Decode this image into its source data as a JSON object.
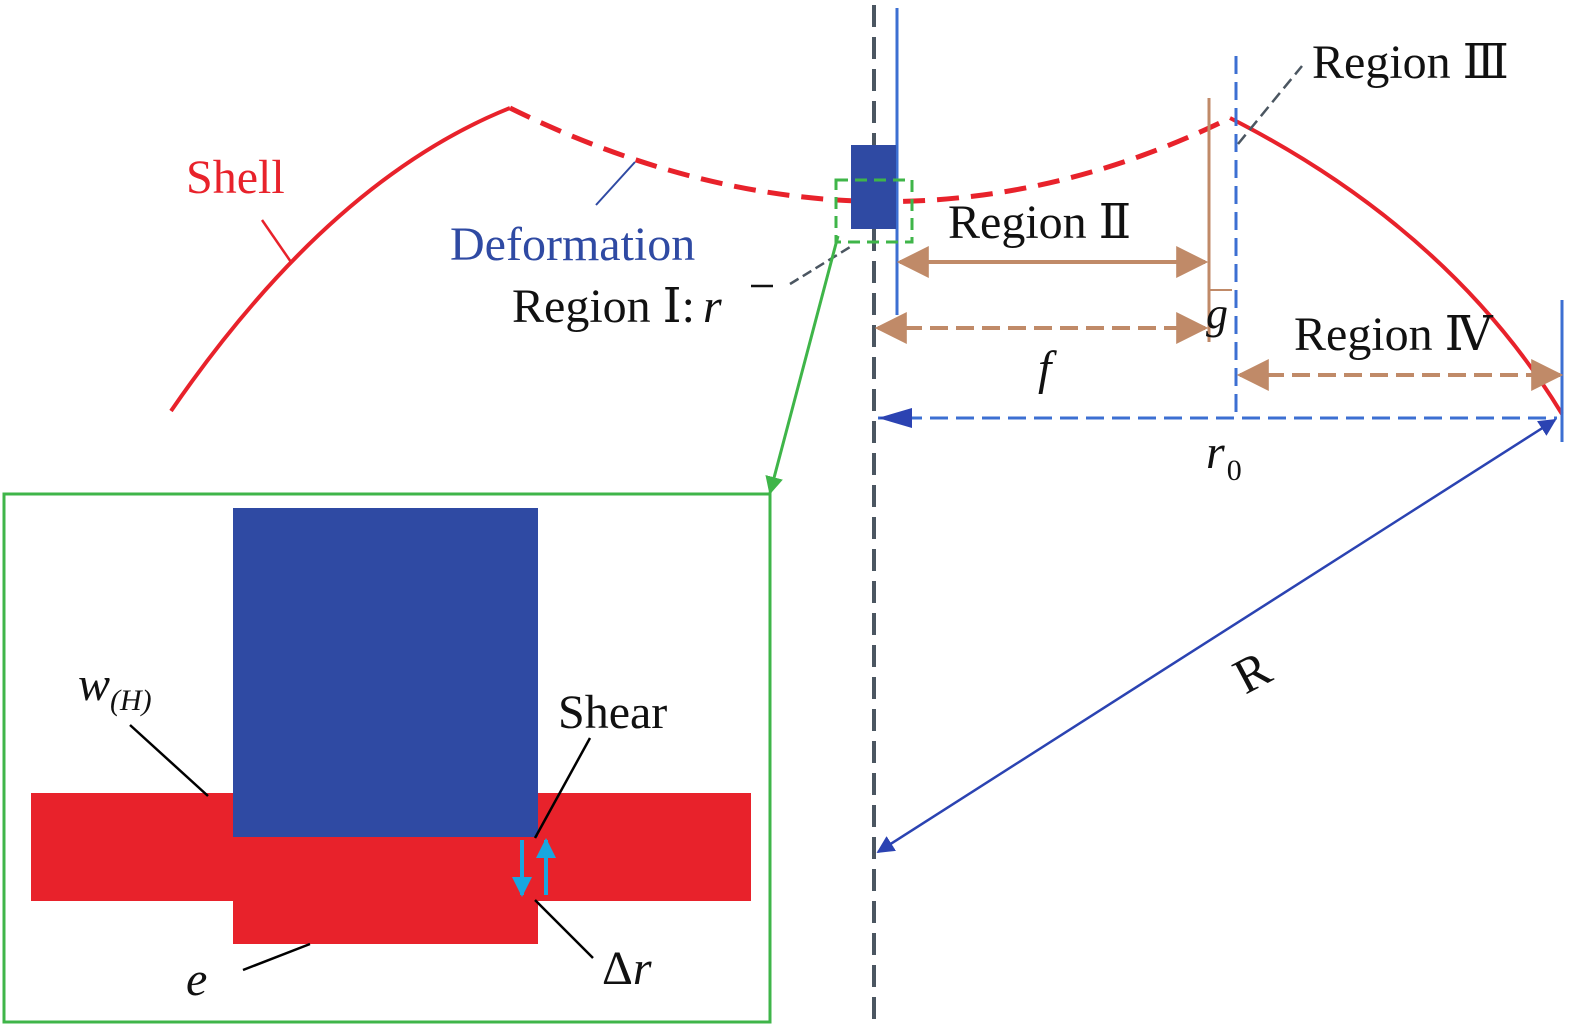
{
  "labels": {
    "shell": "Shell",
    "deformation": "Deformation",
    "region_1": "Region Ⅰ:",
    "r_bar": "r",
    "region_2": "Region Ⅱ",
    "region_3": "Region Ⅲ",
    "region_4": "Region Ⅳ",
    "g": "g",
    "f": "f",
    "r0_main": "r",
    "r0_sub": "0",
    "R": "R",
    "w": "w",
    "w_sub": "(H)",
    "shear": "Shear",
    "delta": "Δ",
    "delta_r": "r",
    "e": "e"
  },
  "colors": {
    "shell_red": "#e8222b",
    "deform_blue": "#2f4aa3",
    "dimension_brown": "#c08a68",
    "axis_gray": "#4b5661",
    "guide_blue": "#3c6fd2",
    "inset_green": "#3fb549",
    "shear_cyan": "#19a7e0",
    "radius_blue": "#2b43b2"
  }
}
